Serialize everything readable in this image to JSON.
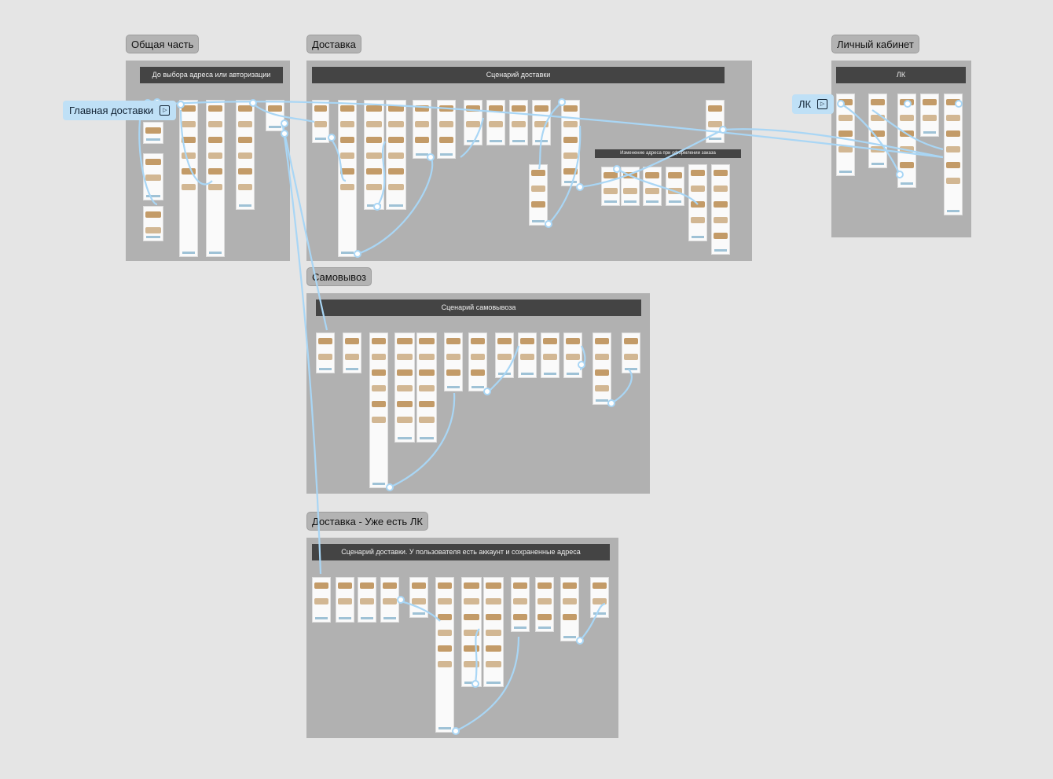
{
  "sections": [
    {
      "title": "Общая часть",
      "banner": "До выбора адреса или авторизации"
    },
    {
      "title": "Доставка",
      "banner": "Сценарий доставки",
      "sub_banner": "Изменение адреса при оформлении заказа"
    },
    {
      "title": "Личный кабинет",
      "banner": "ЛК"
    },
    {
      "title": "Самовывоз",
      "banner": "Сценарий самовывоза"
    },
    {
      "title": "Доставка - Уже есть ЛК",
      "banner": "Сценарий доставки. У пользователя есть аккаунт и сохраненные адреса"
    }
  ],
  "flow_starts": [
    {
      "label": "Главная доставки",
      "icon": "play-flow-icon"
    },
    {
      "label": "ЛК",
      "icon": "play-flow-icon"
    }
  ],
  "colors": {
    "canvas": "#e5e5e5",
    "section": "#b1b1b1",
    "banner": "#444444",
    "wire": "#a9d6f5"
  }
}
